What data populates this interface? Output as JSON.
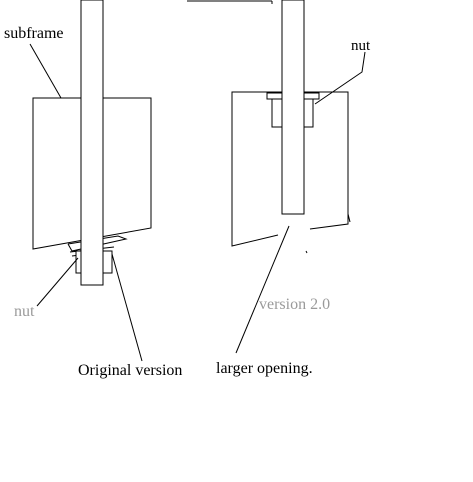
{
  "diagram": {
    "labels": {
      "subframe": "subframe",
      "nut_right": "nut",
      "nut_left": "nut",
      "original_version": "Original version",
      "version_2": "version 2.0",
      "larger_opening": "larger opening."
    },
    "colors": {
      "ink": "#000000",
      "faded_label": "#9a9a9a",
      "background": "#ffffff"
    }
  }
}
